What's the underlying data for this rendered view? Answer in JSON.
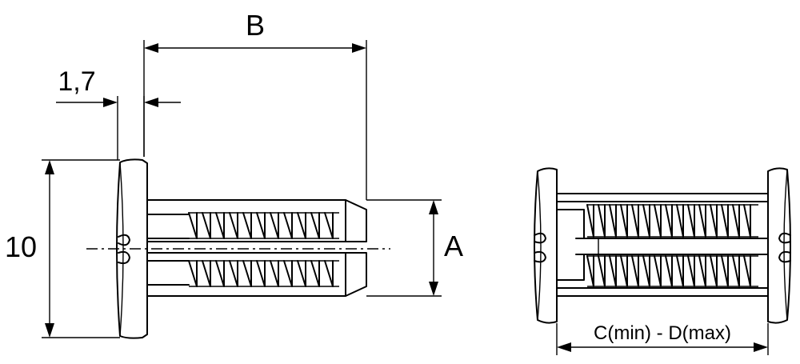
{
  "labels": {
    "dim_b": "B",
    "dim_thickness": "1,7",
    "dim_height": "10",
    "dim_a": "A",
    "dim_range": "C(min) - D(max)"
  }
}
